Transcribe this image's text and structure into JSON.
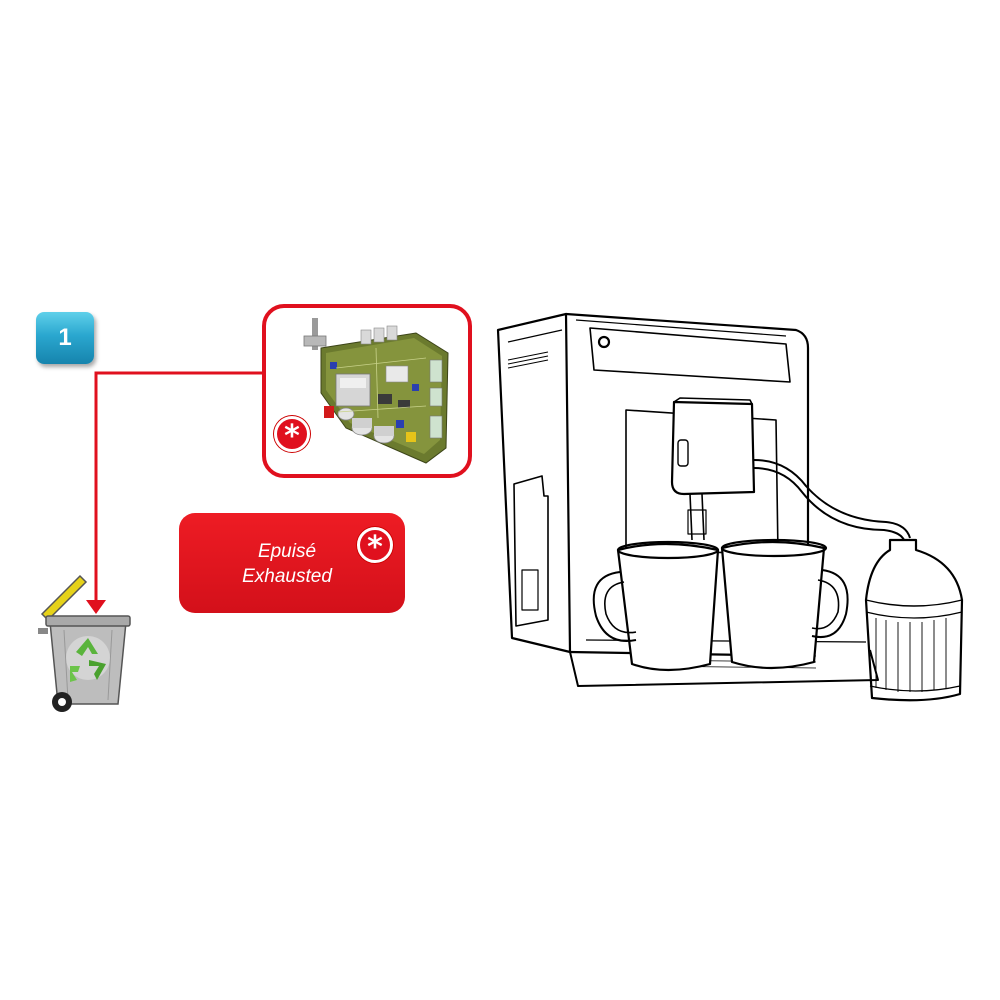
{
  "step": {
    "number": "1"
  },
  "status": {
    "line1": "Epuisé",
    "line2": "Exhausted"
  },
  "colors": {
    "accent_red": "#e0101e",
    "badge_cyan": "#2aa7cf",
    "recycle_green": "#5ab43c",
    "bin_gray": "#b8b8b8"
  },
  "icons": {
    "asterisk": "asterisk-icon",
    "recycle": "recycle-icon",
    "bin": "trash-bin-icon",
    "pcb": "circuit-board-icon",
    "machine": "coffee-machine-icon"
  }
}
